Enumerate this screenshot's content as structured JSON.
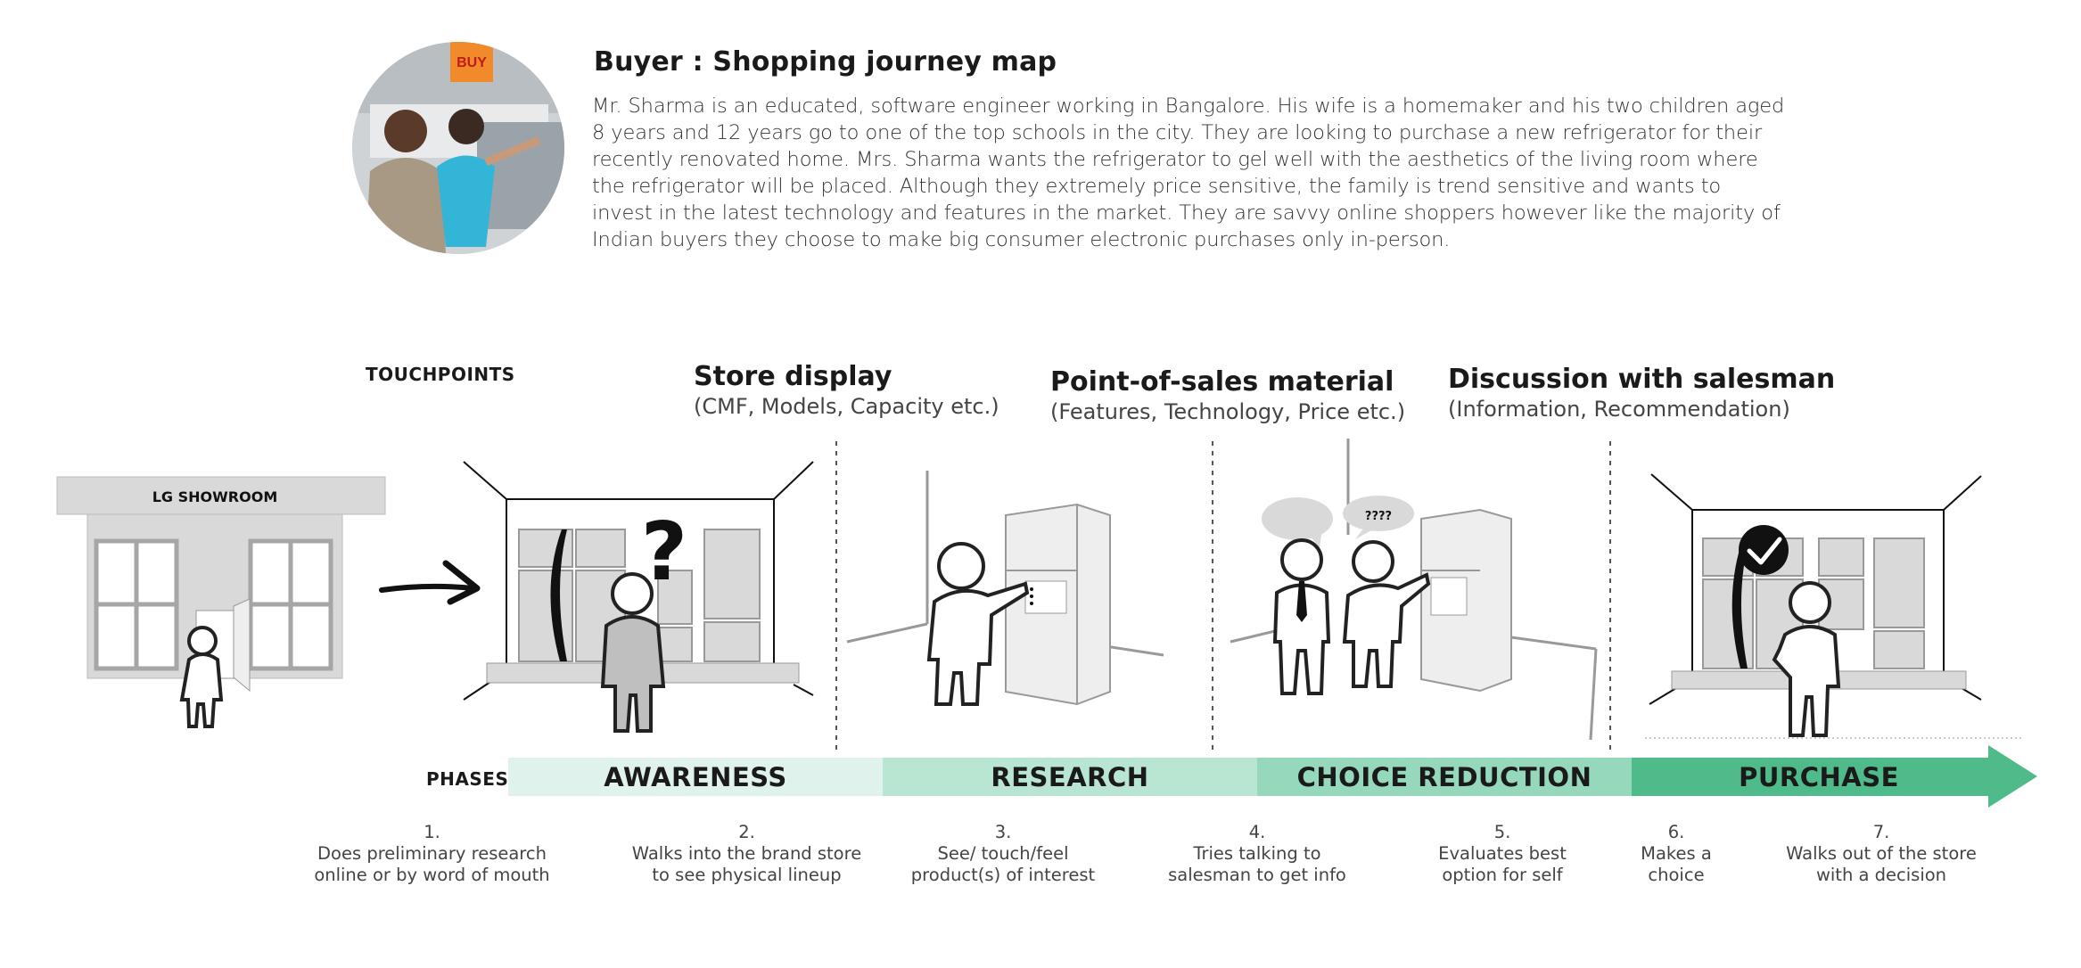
{
  "header": {
    "title": "Buyer : Shopping journey map",
    "description": "Mr. Sharma is an educated, software engineer working in Bangalore. His wife is a homemaker and his two children aged 8 years and 12 years go to one of the top schools in the city. They are looking to purchase a new refrigerator for their recently renovated home. Mrs. Sharma wants the refrigerator to gel well with the aesthetics of the living room where the refrigerator will be placed. Although they extremely price sensitive, the family is trend sensitive and wants to invest in the latest technology and features in the market. They are savvy online shoppers however like the majority of Indian buyers they choose to make big consumer electronic purchases only in-person.",
    "photo_sign": "BUY"
  },
  "touchpoints": {
    "label": "TOUCHPOINTS",
    "items": [
      {
        "title": "Store display",
        "subtitle": "(CMF, Models, Capacity etc.)"
      },
      {
        "title": "Point-of-sales material",
        "subtitle": "(Features, Technology, Price etc.)"
      },
      {
        "title": "Discussion with salesman",
        "subtitle": "(Information, Recommendation)"
      }
    ]
  },
  "showroom": {
    "sign": "LG SHOWROOM"
  },
  "speech": {
    "text": "????"
  },
  "phases": {
    "label": "PHASES",
    "items": [
      {
        "name": "AWARENESS",
        "color": "#dff3ec"
      },
      {
        "name": "RESEARCH",
        "color": "#b9e5d3"
      },
      {
        "name": "CHOICE REDUCTION",
        "color": "#95d8bb"
      },
      {
        "name": "PURCHASE",
        "color": "#4fbb8a"
      }
    ]
  },
  "steps": [
    {
      "num": "1.",
      "line1": "Does preliminary research",
      "line2": "online or by word of mouth"
    },
    {
      "num": "2.",
      "line1": "Walks into the brand store",
      "line2": "to see physical lineup"
    },
    {
      "num": "3.",
      "line1": "See/ touch/feel",
      "line2": "product(s) of interest"
    },
    {
      "num": "4.",
      "line1": "Tries talking to",
      "line2": "salesman to get info"
    },
    {
      "num": "5.",
      "line1": "Evaluates best",
      "line2": "option for self"
    },
    {
      "num": "6.",
      "line1": "Makes a",
      "line2": "choice"
    },
    {
      "num": "7.",
      "line1": "Walks out of the store",
      "line2": "with a decision"
    }
  ]
}
